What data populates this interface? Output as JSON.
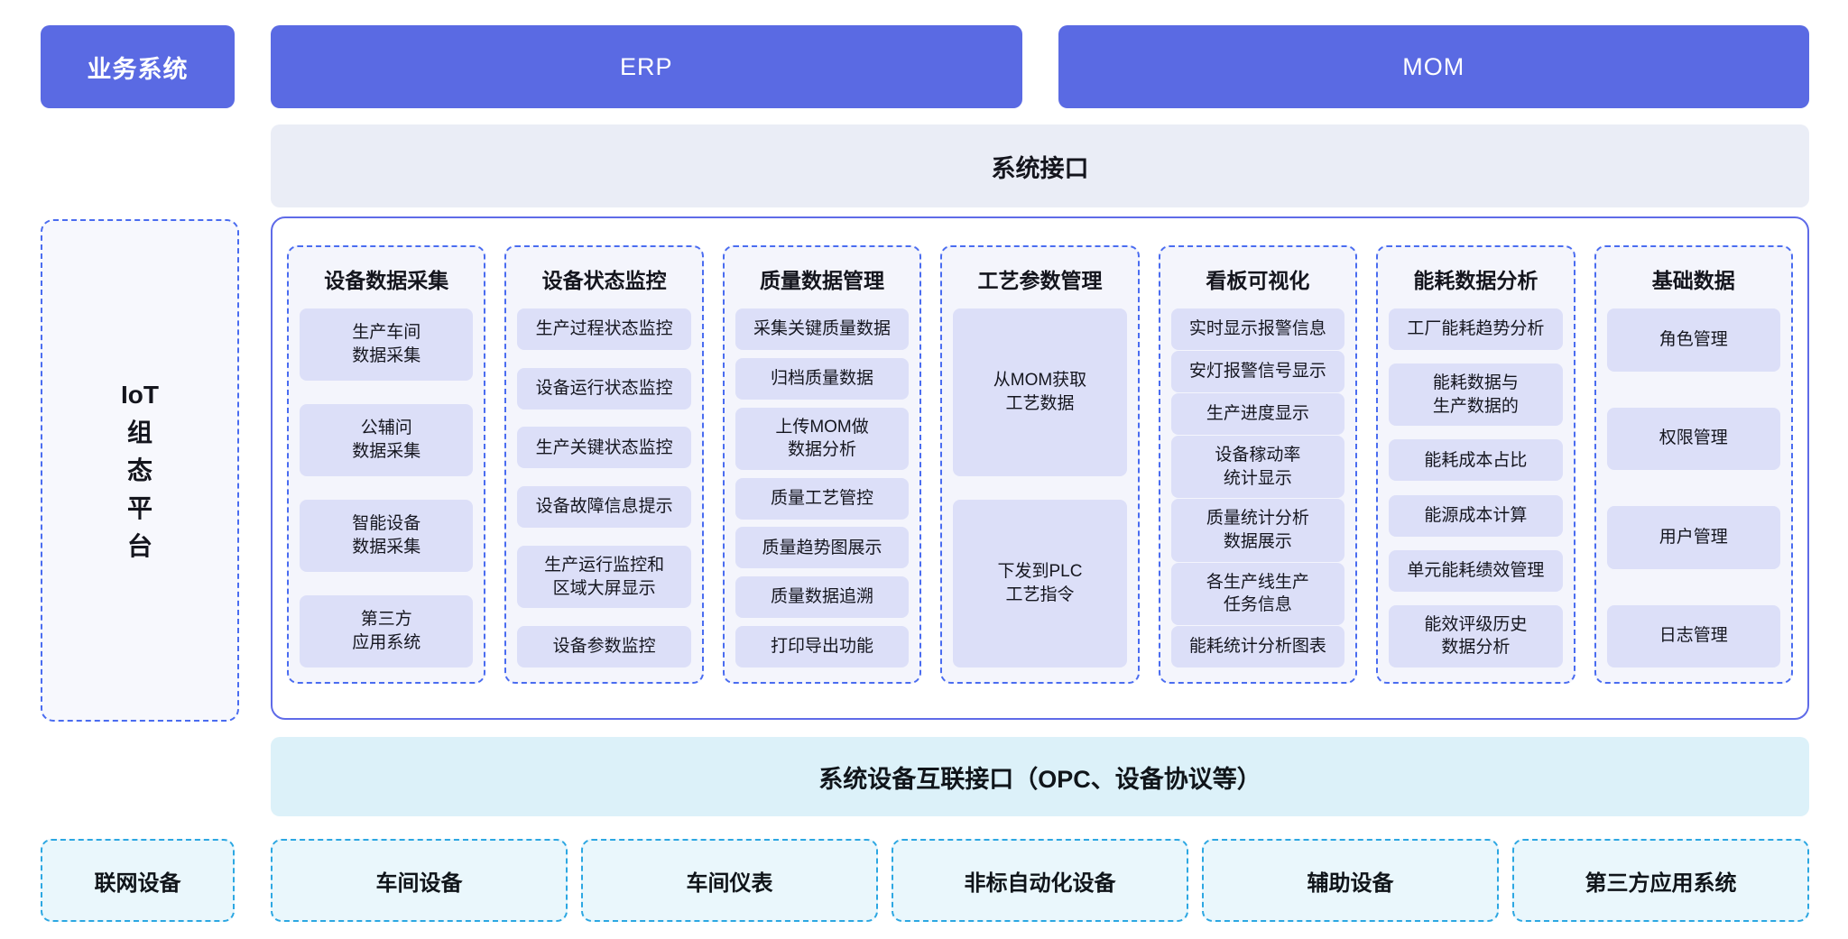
{
  "top": {
    "business_system": "业务系统",
    "erp": "ERP",
    "mom": "MOM"
  },
  "system_interface_label": "系统接口",
  "iot_platform_label": "IoT\n组\n态\n平\n台",
  "columns": [
    {
      "title": "设备数据采集",
      "items": [
        "生产车间\n数据采集",
        "公辅问\n数据采集",
        "智能设备\n数据采集",
        "第三方\n应用系统"
      ]
    },
    {
      "title": "设备状态监控",
      "items": [
        "生产过程状态监控",
        "设备运行状态监控",
        "生产关键状态监控",
        "设备故障信息提示",
        "生产运行监控和\n区域大屏显示",
        "设备参数监控"
      ]
    },
    {
      "title": "质量数据管理",
      "items": [
        "采集关键质量数据",
        "归档质量数据",
        "上传MOM做\n数据分析",
        "质量工艺管控",
        "质量趋势图展示",
        "质量数据追溯",
        "打印导出功能"
      ]
    },
    {
      "title": "工艺参数管理",
      "items": [
        "从MOM获取\n工艺数据",
        "下发到PLC\n工艺指令"
      ]
    },
    {
      "title": "看板可视化",
      "items": [
        "实时显示报警信息",
        "安灯报警信号显示",
        "生产进度显示",
        "设备稼动率\n统计显示",
        "质量统计分析\n数据展示",
        "各生产线生产\n任务信息",
        "能耗统计分析图表"
      ]
    },
    {
      "title": "能耗数据分析",
      "items": [
        "工厂能耗趋势分析",
        "能耗数据与\n生产数据的",
        "能耗成本占比",
        "能源成本计算",
        "单元能耗绩效管理",
        "能效评级历史\n数据分析"
      ]
    },
    {
      "title": "基础数据",
      "items": [
        "角色管理",
        "权限管理",
        "用户管理",
        "日志管理"
      ]
    }
  ],
  "device_interface_label": "系统设备互联接口（OPC、设备协议等）",
  "devices": [
    "联网设备",
    "车间设备",
    "车间仪表",
    "非标自动化设备",
    "辅助设备",
    "第三方应用系统"
  ],
  "colors": {
    "primary_purple": "#5a6ae3",
    "main_border_blue": "#5f6be8",
    "dashed_blue": "#4a6cf0",
    "column_fill": "#f4f5fc",
    "item_fill": "#dcdff8",
    "interface_bar_fill": "#eaedf6",
    "device_bar_fill": "#dcf1f9",
    "device_box_fill": "#eaf7fc",
    "dashed_cyan": "#2ca7e2"
  }
}
